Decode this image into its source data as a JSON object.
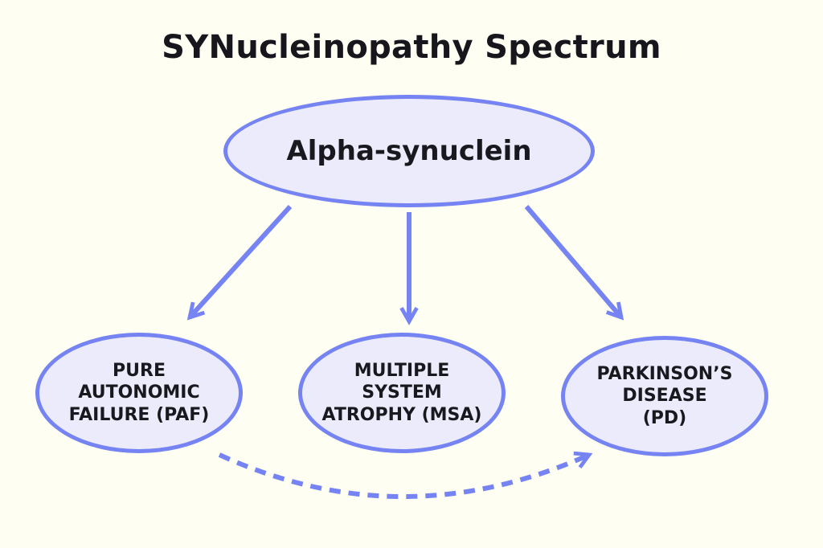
{
  "diagram": {
    "title": "SYNucleinopathy Spectrum",
    "root": {
      "id": "alpha-synuclein",
      "label": "Alpha-synuclein"
    },
    "children": [
      {
        "id": "paf",
        "label": "PURE\nAUTONOMIC\nFAILURE (PAF)"
      },
      {
        "id": "msa",
        "label": "MULTIPLE\nSYSTEM\nATROPHY (MSA)"
      },
      {
        "id": "pd",
        "label": "PARKINSON’S\nDISEASE\n(PD)"
      }
    ],
    "edges": [
      {
        "from": "alpha-synuclein",
        "to": "paf",
        "style": "solid"
      },
      {
        "from": "alpha-synuclein",
        "to": "msa",
        "style": "solid"
      },
      {
        "from": "alpha-synuclein",
        "to": "pd",
        "style": "solid"
      },
      {
        "from": "paf",
        "to": "pd",
        "style": "dashed"
      }
    ],
    "colors": {
      "background": "#fefef3",
      "node_fill": "#ebebfb",
      "accent": "#7584f2",
      "text": "#16161c"
    }
  }
}
